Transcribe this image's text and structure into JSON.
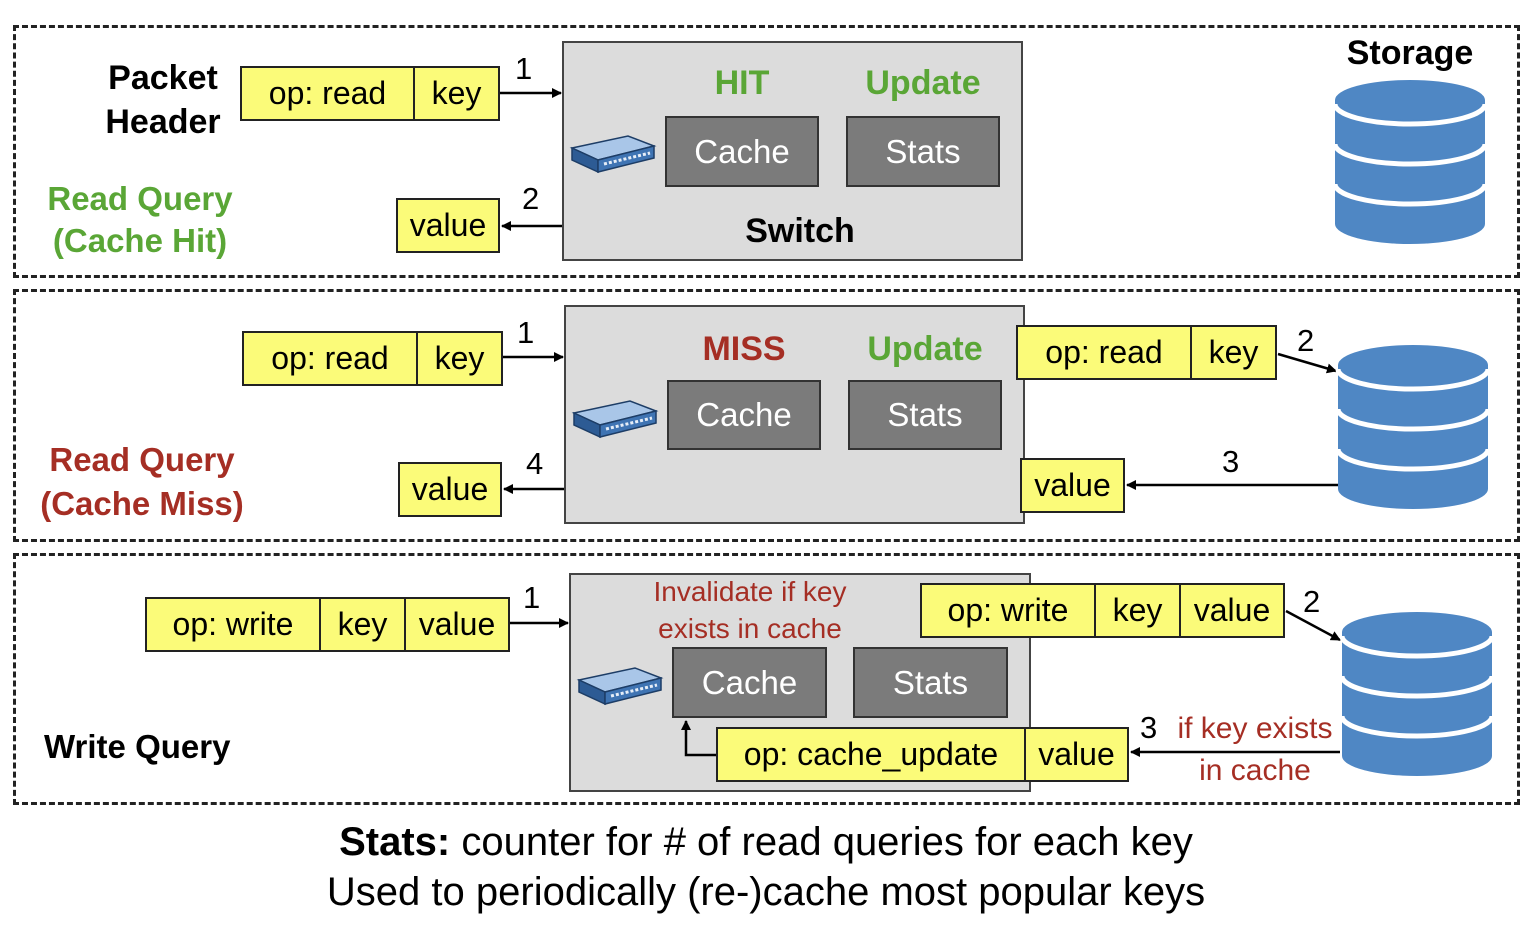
{
  "colors": {
    "hit_green": "#5aa636",
    "miss_red": "#a52e24",
    "packet_yellow": "#fbfb79",
    "cache_grey": "#7b7b7b",
    "switch_bg": "#dcdcdc",
    "db_blue": "#4f87c4"
  },
  "storage_label": "Storage",
  "packet_header_label": "Packet\nHeader",
  "switch_label": "Switch",
  "panels": {
    "hit": {
      "title": "Read Query\n(Cache Hit)",
      "status": "HIT",
      "update": "Update",
      "cache": "Cache",
      "stats": "Stats",
      "req": [
        "op: read",
        "key"
      ],
      "resp": "value",
      "steps": [
        "1",
        "2"
      ]
    },
    "miss": {
      "title": "Read Query\n(Cache Miss)",
      "status": "MISS",
      "update": "Update",
      "cache": "Cache",
      "stats": "Stats",
      "req": [
        "op: read",
        "key"
      ],
      "fwd": [
        "op: read",
        "key"
      ],
      "resp_from_storage": "value",
      "resp": "value",
      "steps": [
        "1",
        "2",
        "3",
        "4"
      ]
    },
    "write": {
      "title": "Write Query",
      "note": "Invalidate if key\nexists in cache",
      "cache": "Cache",
      "stats": "Stats",
      "req": [
        "op: write",
        "key",
        "value"
      ],
      "fwd": [
        "op: write",
        "key",
        "value"
      ],
      "update_packet": [
        "op: cache_update",
        "value"
      ],
      "steps": [
        "1",
        "2",
        "3"
      ],
      "cond": "if key exists\nin cache"
    }
  },
  "footer": {
    "line1_bold": "Stats:",
    "line1_rest": " counter for # of read queries for each key",
    "line2": "Used to periodically (re-)cache most popular keys"
  }
}
